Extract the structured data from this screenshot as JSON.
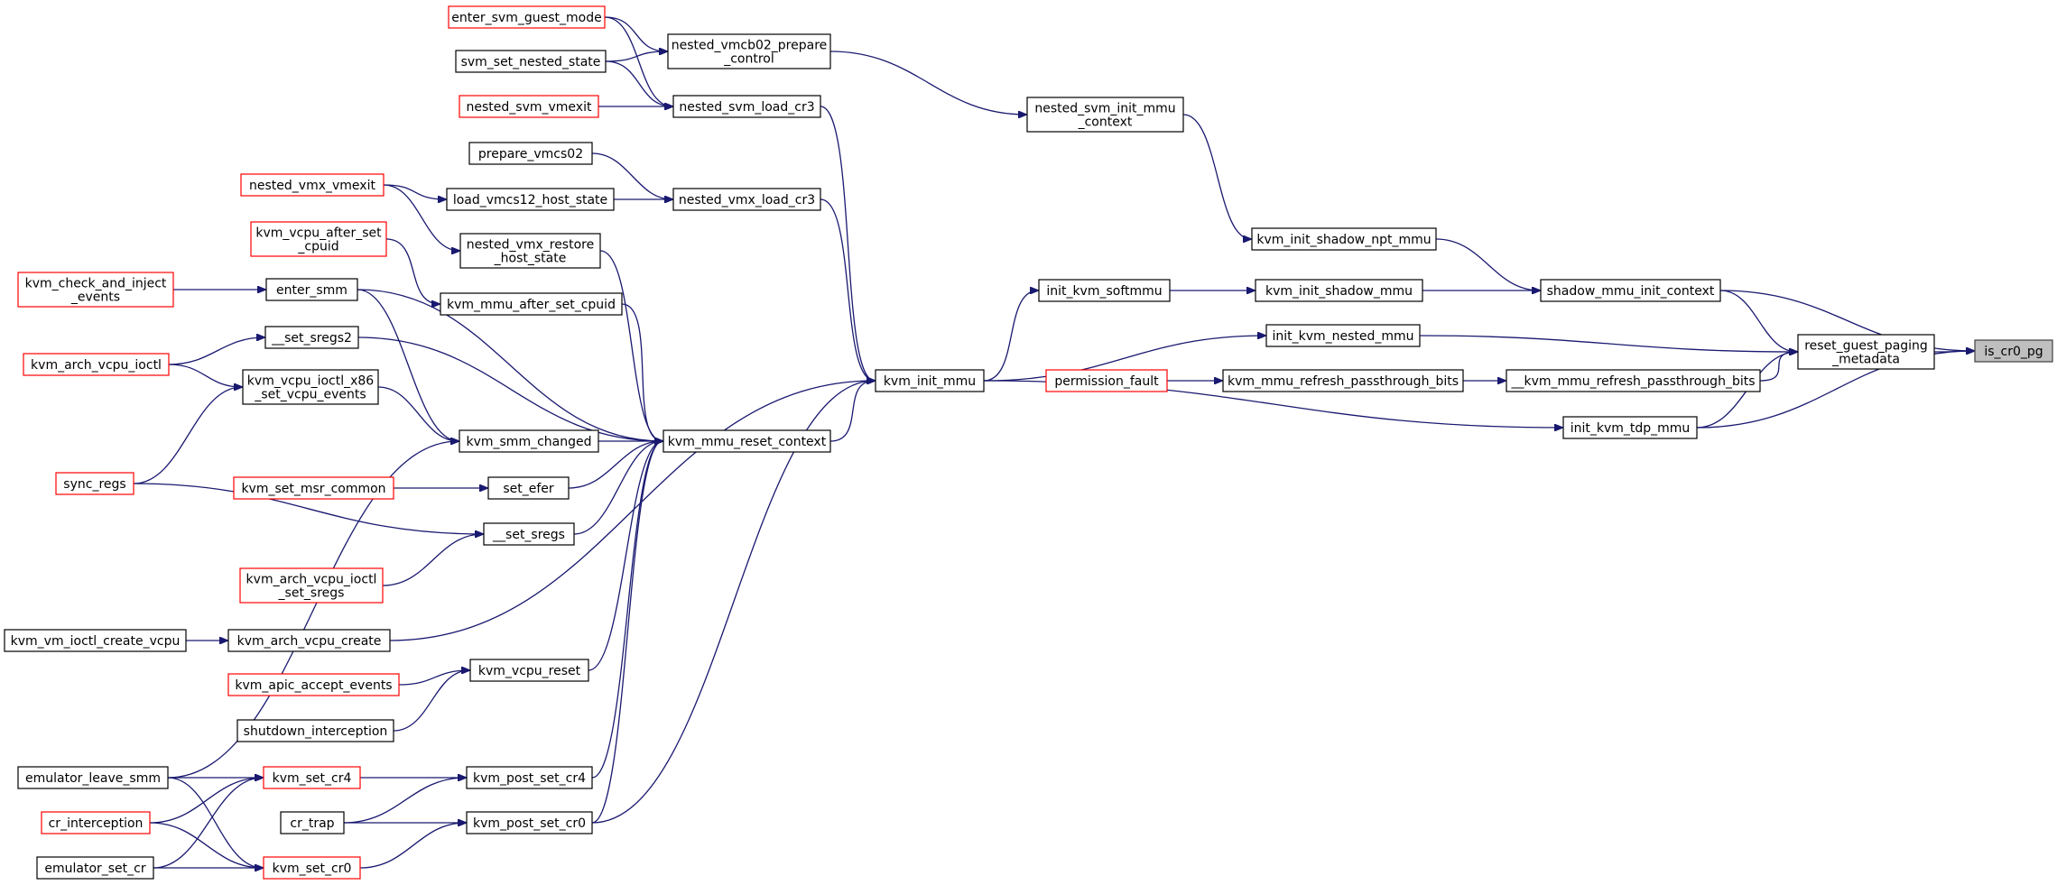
{
  "graph": {
    "title": "",
    "nodes": [
      {
        "id": "enter_svm_guest_mode",
        "lines": [
          "enter_svm_guest_mode"
        ],
        "border": "red"
      },
      {
        "id": "svm_set_nested_state",
        "lines": [
          "svm_set_nested_state"
        ],
        "border": "black"
      },
      {
        "id": "nested_svm_vmexit",
        "lines": [
          "nested_svm_vmexit"
        ],
        "border": "red"
      },
      {
        "id": "prepare_vmcs02",
        "lines": [
          "prepare_vmcs02"
        ],
        "border": "black"
      },
      {
        "id": "nested_vmx_vmexit",
        "lines": [
          "nested_vmx_vmexit"
        ],
        "border": "red"
      },
      {
        "id": "kvm_vcpu_after_set_cpuid",
        "lines": [
          "kvm_vcpu_after_set",
          "_cpuid"
        ],
        "border": "red"
      },
      {
        "id": "kvm_check_and_inject_events",
        "lines": [
          "kvm_check_and_inject",
          "_events"
        ],
        "border": "red"
      },
      {
        "id": "kvm_arch_vcpu_ioctl",
        "lines": [
          "kvm_arch_vcpu_ioctl"
        ],
        "border": "red"
      },
      {
        "id": "sync_regs",
        "lines": [
          "sync_regs"
        ],
        "border": "red"
      },
      {
        "id": "kvm_set_msr_common",
        "lines": [
          "kvm_set_msr_common"
        ],
        "border": "red"
      },
      {
        "id": "kvm_arch_vcpu_ioctl_set_sregs",
        "lines": [
          "kvm_arch_vcpu_ioctl",
          "_set_sregs"
        ],
        "border": "red"
      },
      {
        "id": "kvm_vm_ioctl_create_vcpu",
        "lines": [
          "kvm_vm_ioctl_create_vcpu"
        ],
        "border": "black"
      },
      {
        "id": "kvm_apic_accept_events",
        "lines": [
          "kvm_apic_accept_events"
        ],
        "border": "red"
      },
      {
        "id": "shutdown_interception",
        "lines": [
          "shutdown_interception"
        ],
        "border": "black"
      },
      {
        "id": "emulator_leave_smm",
        "lines": [
          "emulator_leave_smm"
        ],
        "border": "black"
      },
      {
        "id": "cr_interception",
        "lines": [
          "cr_interception"
        ],
        "border": "red"
      },
      {
        "id": "emulator_set_cr",
        "lines": [
          "emulator_set_cr"
        ],
        "border": "black"
      },
      {
        "id": "nested_vmcb02_prepare_control",
        "lines": [
          "nested_vmcb02_prepare",
          "_control"
        ],
        "border": "black"
      },
      {
        "id": "nested_svm_load_cr3",
        "lines": [
          "nested_svm_load_cr3"
        ],
        "border": "black"
      },
      {
        "id": "load_vmcs12_host_state",
        "lines": [
          "load_vmcs12_host_state"
        ],
        "border": "black"
      },
      {
        "id": "nested_vmx_load_cr3",
        "lines": [
          "nested_vmx_load_cr3"
        ],
        "border": "black"
      },
      {
        "id": "nested_vmx_restore_host_state",
        "lines": [
          "nested_vmx_restore",
          "_host_state"
        ],
        "border": "black"
      },
      {
        "id": "enter_smm",
        "lines": [
          "enter_smm"
        ],
        "border": "black"
      },
      {
        "id": "kvm_mmu_after_set_cpuid",
        "lines": [
          "kvm_mmu_after_set_cpuid"
        ],
        "border": "black"
      },
      {
        "id": "__set_sregs2",
        "lines": [
          "__set_sregs2"
        ],
        "border": "black"
      },
      {
        "id": "kvm_vcpu_ioctl_x86_set_vcpu_events",
        "lines": [
          "kvm_vcpu_ioctl_x86",
          "_set_vcpu_events"
        ],
        "border": "black"
      },
      {
        "id": "kvm_smm_changed",
        "lines": [
          "kvm_smm_changed"
        ],
        "border": "black"
      },
      {
        "id": "set_efer",
        "lines": [
          "set_efer"
        ],
        "border": "black"
      },
      {
        "id": "__set_sregs",
        "lines": [
          "__set_sregs"
        ],
        "border": "black"
      },
      {
        "id": "kvm_arch_vcpu_create",
        "lines": [
          "kvm_arch_vcpu_create"
        ],
        "border": "black"
      },
      {
        "id": "kvm_vcpu_reset",
        "lines": [
          "kvm_vcpu_reset"
        ],
        "border": "black"
      },
      {
        "id": "kvm_set_cr4",
        "lines": [
          "kvm_set_cr4"
        ],
        "border": "red"
      },
      {
        "id": "cr_trap",
        "lines": [
          "cr_trap"
        ],
        "border": "black"
      },
      {
        "id": "kvm_set_cr0",
        "lines": [
          "kvm_set_cr0"
        ],
        "border": "red"
      },
      {
        "id": "kvm_post_set_cr4",
        "lines": [
          "kvm_post_set_cr4"
        ],
        "border": "black"
      },
      {
        "id": "kvm_post_set_cr0",
        "lines": [
          "kvm_post_set_cr0"
        ],
        "border": "black"
      },
      {
        "id": "kvm_mmu_reset_context",
        "lines": [
          "kvm_mmu_reset_context"
        ],
        "border": "black"
      },
      {
        "id": "kvm_init_mmu",
        "lines": [
          "kvm_init_mmu"
        ],
        "border": "black"
      },
      {
        "id": "nested_svm_init_mmu_context",
        "lines": [
          "nested_svm_init_mmu",
          "_context"
        ],
        "border": "black"
      },
      {
        "id": "kvm_init_shadow_npt_mmu",
        "lines": [
          "kvm_init_shadow_npt_mmu"
        ],
        "border": "black"
      },
      {
        "id": "init_kvm_softmmu",
        "lines": [
          "init_kvm_softmmu"
        ],
        "border": "black"
      },
      {
        "id": "kvm_init_shadow_mmu",
        "lines": [
          "kvm_init_shadow_mmu"
        ],
        "border": "black"
      },
      {
        "id": "init_kvm_nested_mmu",
        "lines": [
          "init_kvm_nested_mmu"
        ],
        "border": "black"
      },
      {
        "id": "permission_fault",
        "lines": [
          "permission_fault"
        ],
        "border": "red"
      },
      {
        "id": "kvm_mmu_refresh_passthrough_bits",
        "lines": [
          "kvm_mmu_refresh_passthrough_bits"
        ],
        "border": "black"
      },
      {
        "id": "__kvm_mmu_refresh_passthrough_bits",
        "lines": [
          "__kvm_mmu_refresh_passthrough_bits"
        ],
        "border": "black"
      },
      {
        "id": "init_kvm_tdp_mmu",
        "lines": [
          "init_kvm_tdp_mmu"
        ],
        "border": "black"
      },
      {
        "id": "shadow_mmu_init_context",
        "lines": [
          "shadow_mmu_init_context"
        ],
        "border": "black"
      },
      {
        "id": "reset_guest_paging_metadata",
        "lines": [
          "reset_guest_paging",
          "_metadata"
        ],
        "border": "black"
      },
      {
        "id": "is_cr0_pg",
        "lines": [
          "is_cr0_pg"
        ],
        "border": "grey"
      }
    ],
    "edges": [
      [
        "enter_svm_guest_mode",
        "nested_vmcb02_prepare_control"
      ],
      [
        "enter_svm_guest_mode",
        "nested_svm_load_cr3"
      ],
      [
        "svm_set_nested_state",
        "nested_vmcb02_prepare_control"
      ],
      [
        "svm_set_nested_state",
        "nested_svm_load_cr3"
      ],
      [
        "nested_svm_vmexit",
        "nested_svm_load_cr3"
      ],
      [
        "prepare_vmcs02",
        "nested_vmx_load_cr3"
      ],
      [
        "nested_vmx_vmexit",
        "load_vmcs12_host_state"
      ],
      [
        "nested_vmx_vmexit",
        "nested_vmx_restore_host_state"
      ],
      [
        "load_vmcs12_host_state",
        "nested_vmx_load_cr3"
      ],
      [
        "kvm_vcpu_after_set_cpuid",
        "kvm_mmu_after_set_cpuid"
      ],
      [
        "kvm_check_and_inject_events",
        "enter_smm"
      ],
      [
        "kvm_arch_vcpu_ioctl",
        "__set_sregs2"
      ],
      [
        "kvm_arch_vcpu_ioctl",
        "kvm_vcpu_ioctl_x86_set_vcpu_events"
      ],
      [
        "sync_regs",
        "kvm_vcpu_ioctl_x86_set_vcpu_events"
      ],
      [
        "sync_regs",
        "__set_sregs"
      ],
      [
        "kvm_set_msr_common",
        "set_efer"
      ],
      [
        "kvm_arch_vcpu_ioctl_set_sregs",
        "__set_sregs"
      ],
      [
        "kvm_vm_ioctl_create_vcpu",
        "kvm_arch_vcpu_create"
      ],
      [
        "kvm_apic_accept_events",
        "kvm_vcpu_reset"
      ],
      [
        "shutdown_interception",
        "kvm_vcpu_reset"
      ],
      [
        "emulator_leave_smm",
        "kvm_smm_changed"
      ],
      [
        "emulator_leave_smm",
        "kvm_set_cr4"
      ],
      [
        "emulator_leave_smm",
        "kvm_set_cr0"
      ],
      [
        "cr_interception",
        "kvm_set_cr4"
      ],
      [
        "cr_interception",
        "kvm_set_cr0"
      ],
      [
        "emulator_set_cr",
        "kvm_set_cr4"
      ],
      [
        "emulator_set_cr",
        "kvm_set_cr0"
      ],
      [
        "cr_trap",
        "kvm_post_set_cr4"
      ],
      [
        "cr_trap",
        "kvm_post_set_cr0"
      ],
      [
        "kvm_set_cr4",
        "kvm_post_set_cr4"
      ],
      [
        "kvm_set_cr0",
        "kvm_post_set_cr0"
      ],
      [
        "enter_smm",
        "kvm_smm_changed"
      ],
      [
        "kvm_vcpu_ioctl_x86_set_vcpu_events",
        "kvm_smm_changed"
      ],
      [
        "nested_vmcb02_prepare_control",
        "nested_svm_init_mmu_context"
      ],
      [
        "nested_svm_load_cr3",
        "kvm_init_mmu"
      ],
      [
        "nested_vmx_load_cr3",
        "kvm_init_mmu"
      ],
      [
        "nested_vmx_restore_host_state",
        "kvm_mmu_reset_context"
      ],
      [
        "enter_smm",
        "kvm_mmu_reset_context"
      ],
      [
        "kvm_mmu_after_set_cpuid",
        "kvm_mmu_reset_context"
      ],
      [
        "__set_sregs2",
        "kvm_mmu_reset_context"
      ],
      [
        "kvm_smm_changed",
        "kvm_mmu_reset_context"
      ],
      [
        "set_efer",
        "kvm_mmu_reset_context"
      ],
      [
        "__set_sregs",
        "kvm_mmu_reset_context"
      ],
      [
        "kvm_vcpu_reset",
        "kvm_mmu_reset_context"
      ],
      [
        "kvm_post_set_cr4",
        "kvm_mmu_reset_context"
      ],
      [
        "kvm_post_set_cr0",
        "kvm_mmu_reset_context"
      ],
      [
        "kvm_arch_vcpu_create",
        "kvm_init_mmu"
      ],
      [
        "kvm_post_set_cr0",
        "kvm_init_mmu"
      ],
      [
        "kvm_mmu_reset_context",
        "kvm_init_mmu"
      ],
      [
        "kvm_init_mmu",
        "init_kvm_softmmu"
      ],
      [
        "kvm_init_mmu",
        "init_kvm_nested_mmu"
      ],
      [
        "kvm_init_mmu",
        "init_kvm_tdp_mmu"
      ],
      [
        "nested_svm_init_mmu_context",
        "kvm_init_shadow_npt_mmu"
      ],
      [
        "init_kvm_softmmu",
        "kvm_init_shadow_mmu"
      ],
      [
        "permission_fault",
        "kvm_mmu_refresh_passthrough_bits"
      ],
      [
        "kvm_mmu_refresh_passthrough_bits",
        "__kvm_mmu_refresh_passthrough_bits"
      ],
      [
        "kvm_init_shadow_npt_mmu",
        "shadow_mmu_init_context"
      ],
      [
        "kvm_init_shadow_mmu",
        "shadow_mmu_init_context"
      ],
      [
        "shadow_mmu_init_context",
        "reset_guest_paging_metadata"
      ],
      [
        "init_kvm_nested_mmu",
        "reset_guest_paging_metadata"
      ],
      [
        "__kvm_mmu_refresh_passthrough_bits",
        "reset_guest_paging_metadata"
      ],
      [
        "init_kvm_tdp_mmu",
        "reset_guest_paging_metadata"
      ],
      [
        "shadow_mmu_init_context",
        "is_cr0_pg"
      ],
      [
        "reset_guest_paging_metadata",
        "is_cr0_pg"
      ],
      [
        "init_kvm_tdp_mmu",
        "is_cr0_pg"
      ]
    ]
  }
}
